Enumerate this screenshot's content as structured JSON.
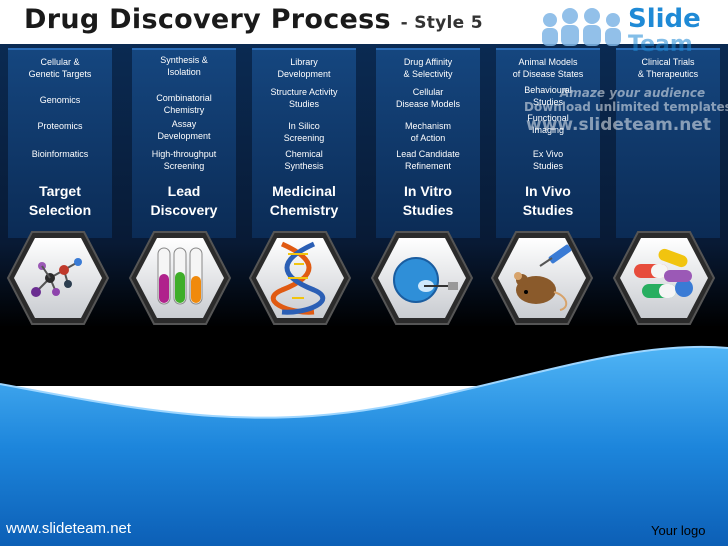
{
  "title": {
    "main": "Drug Discovery Process",
    "style": "- Style 5"
  },
  "logo": {
    "slide": "Slide",
    "team": "Team"
  },
  "watermark": {
    "tagline": "Amaze your audience",
    "download": "Download unlimited templates",
    "url": "www.slideteam.net"
  },
  "columns": [
    {
      "items": [
        "Cellular &\nGenetic Targets",
        "Genomics",
        "Proteomics",
        "Bioinformatics"
      ],
      "stage": "Target\nSelection"
    },
    {
      "items": [
        "Synthesis &\nIsolation",
        "Combinatorial\nChemistry",
        "Assay\nDevelopment",
        "High-throughput\nScreening"
      ],
      "stage": "Lead\nDiscovery"
    },
    {
      "items": [
        "Library\nDevelopment",
        "Structure Activity\nStudies",
        "In Silico\nScreening",
        "Chemical\nSynthesis"
      ],
      "stage": "Medicinal\nChemistry"
    },
    {
      "items": [
        "Drug Affinity\n& Selectivity",
        "Cellular\nDisease Models",
        "Mechanism\nof Action",
        "Lead Candidate\nRefinement"
      ],
      "stage": "In Vitro\nStudies"
    },
    {
      "items": [
        "Animal Models\nof Disease States",
        "Behavioural\nStudies",
        "Functional\nImaging",
        "Ex Vivo\nStudies"
      ],
      "stage": "In Vivo\nStudies"
    },
    {
      "items": [
        "Clinical Trials\n& Therapeutics"
      ],
      "stage": ""
    }
  ],
  "icons": [
    "molecule-icon",
    "test-tubes-icon",
    "dna-icon",
    "cell-injection-icon",
    "mouse-syringe-icon",
    "pills-icon"
  ],
  "footer": {
    "url": "www.slideteam.net",
    "logo": "Your logo"
  },
  "colors": {
    "band": "#0a2a52",
    "column": "#15467f",
    "wave": "#1e8fe0",
    "title": "#1a1a1a"
  }
}
